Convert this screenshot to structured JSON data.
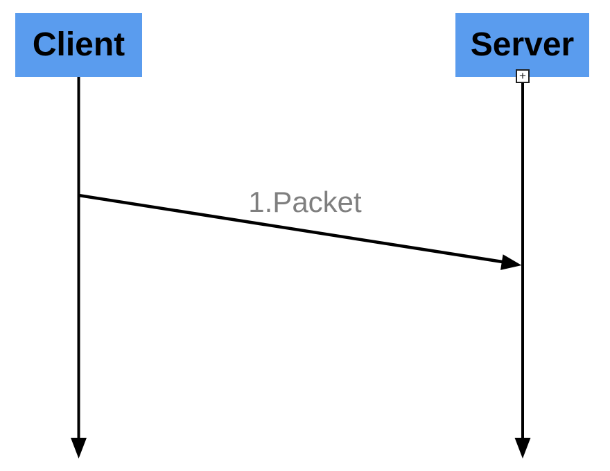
{
  "diagram": {
    "type": "sequence-diagram",
    "actors": [
      {
        "label": "Client"
      },
      {
        "label": "Server"
      }
    ],
    "messages": [
      {
        "seq": "1",
        "label": "1.Packet",
        "from": "Client",
        "to": "Server"
      }
    ],
    "icons": {
      "expand_plus_glyph": "+"
    },
    "colors": {
      "background": "#FFFFFF",
      "actor_fill": "#5A9CEE",
      "actor_text": "#000000",
      "line": "#000000",
      "message_label_text": "#7F7F7F",
      "expand_handle_border": "#1F1F1F",
      "expand_handle_fill": "#FFFFFF"
    }
  }
}
